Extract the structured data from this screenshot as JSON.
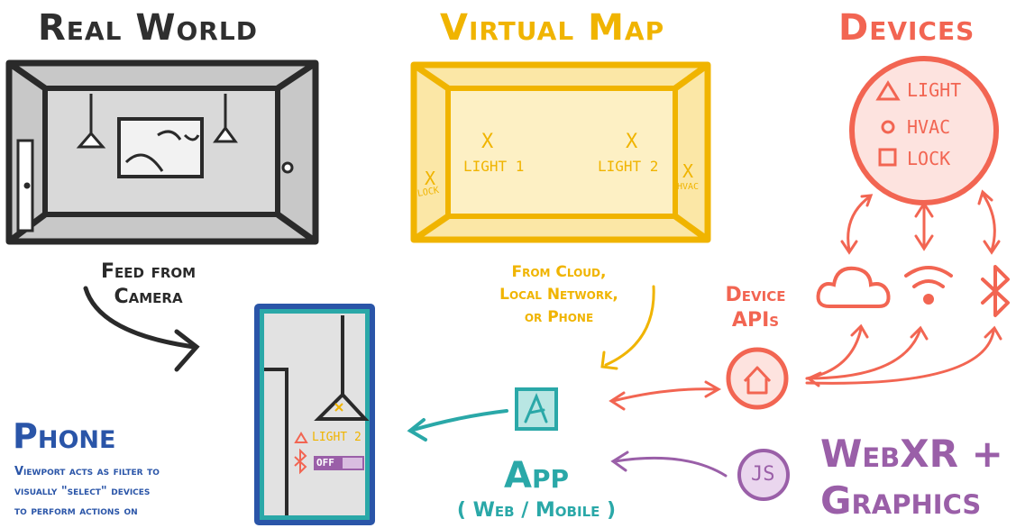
{
  "sections": {
    "real_world": {
      "title": "Real World",
      "color": "#2f2f2f"
    },
    "virtual_map": {
      "title": "Virtual Map",
      "color": "#f0b400"
    },
    "devices": {
      "title": "Devices",
      "color": "#f26552"
    }
  },
  "camera_feed": {
    "line1": "Feed from",
    "line2": "Camera"
  },
  "virtual_map_labels": {
    "light1": "Light 1",
    "light2": "Light 2",
    "lock": "Lock",
    "hvac": "HVAC",
    "mark": "X"
  },
  "devices_list": [
    {
      "shape": "triangle",
      "label": "Light"
    },
    {
      "shape": "circle",
      "label": "HVAC"
    },
    {
      "shape": "square",
      "label": "Lock"
    }
  ],
  "cloud_source": {
    "line1": "From Cloud,",
    "line2": "Local Network,",
    "line3": "or Phone"
  },
  "device_apis": {
    "line1": "Device",
    "line2": "APIs",
    "icon": "home-icon"
  },
  "connections": [
    "cloud-icon",
    "wifi-icon",
    "bluetooth-icon"
  ],
  "app": {
    "title": "App",
    "subtitle": "( Web / Mobile )",
    "icon_letter": "A",
    "color": "#2aa8a8"
  },
  "webxr": {
    "line1": "WebXR +",
    "line2": "Graphics",
    "badge": "JS",
    "color": "#9a5fa8"
  },
  "phone": {
    "title": "Phone",
    "line1": "Viewport acts as filter to",
    "line2": "visually \"select\" devices",
    "line3": "to perform actions on",
    "color": "#2a55a8",
    "overlay_label": "Light 2",
    "toggle_label": "OFF"
  }
}
